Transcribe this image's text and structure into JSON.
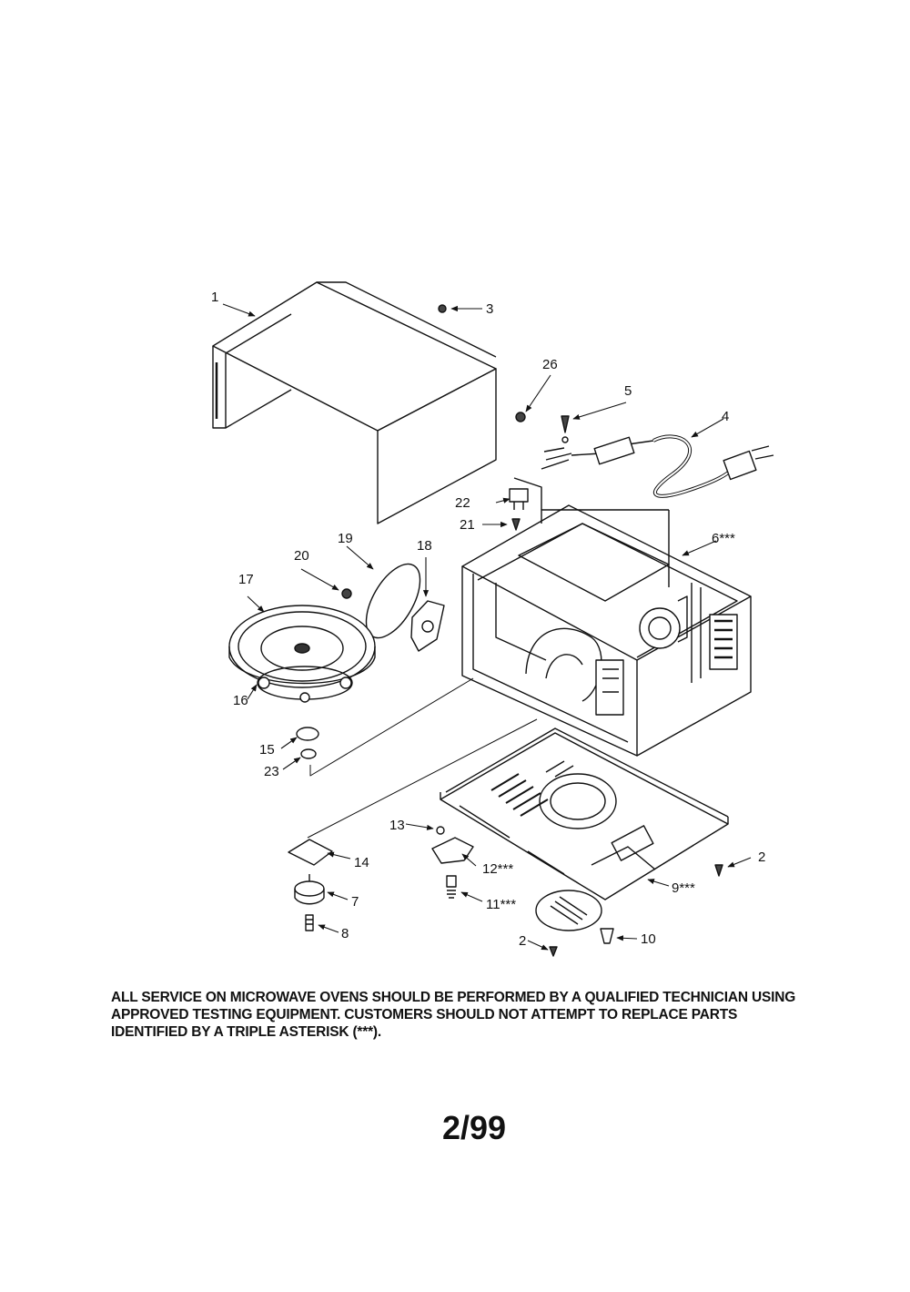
{
  "callouts": {
    "c1": "1",
    "c2a": "2",
    "c2b": "2",
    "c3": "3",
    "c4": "4",
    "c5": "5",
    "c6": "6***",
    "c7": "7",
    "c8": "8",
    "c9": "9***",
    "c10": "10",
    "c11": "11***",
    "c12": "12***",
    "c13": "13",
    "c14": "14",
    "c15": "15",
    "c16": "16",
    "c17": "17",
    "c18": "18",
    "c19": "19",
    "c20": "20",
    "c21": "21",
    "c22": "22",
    "c23": "23",
    "c26": "26"
  },
  "notice": {
    "line1": "ALL SERVICE ON MICROWAVE OVENS SHOULD BE PERFORMED BY A  QUALIFIED TECHNICIAN USING",
    "line2": "APPROVED TESTING EQUIPMENT.  CUSTOMERS SHOULD NOT ATTEMPT TO REPLACE PARTS",
    "line3": "IDENTIFIED BY A TRIPLE ASTERISK (***)."
  },
  "date_code": "2/99"
}
